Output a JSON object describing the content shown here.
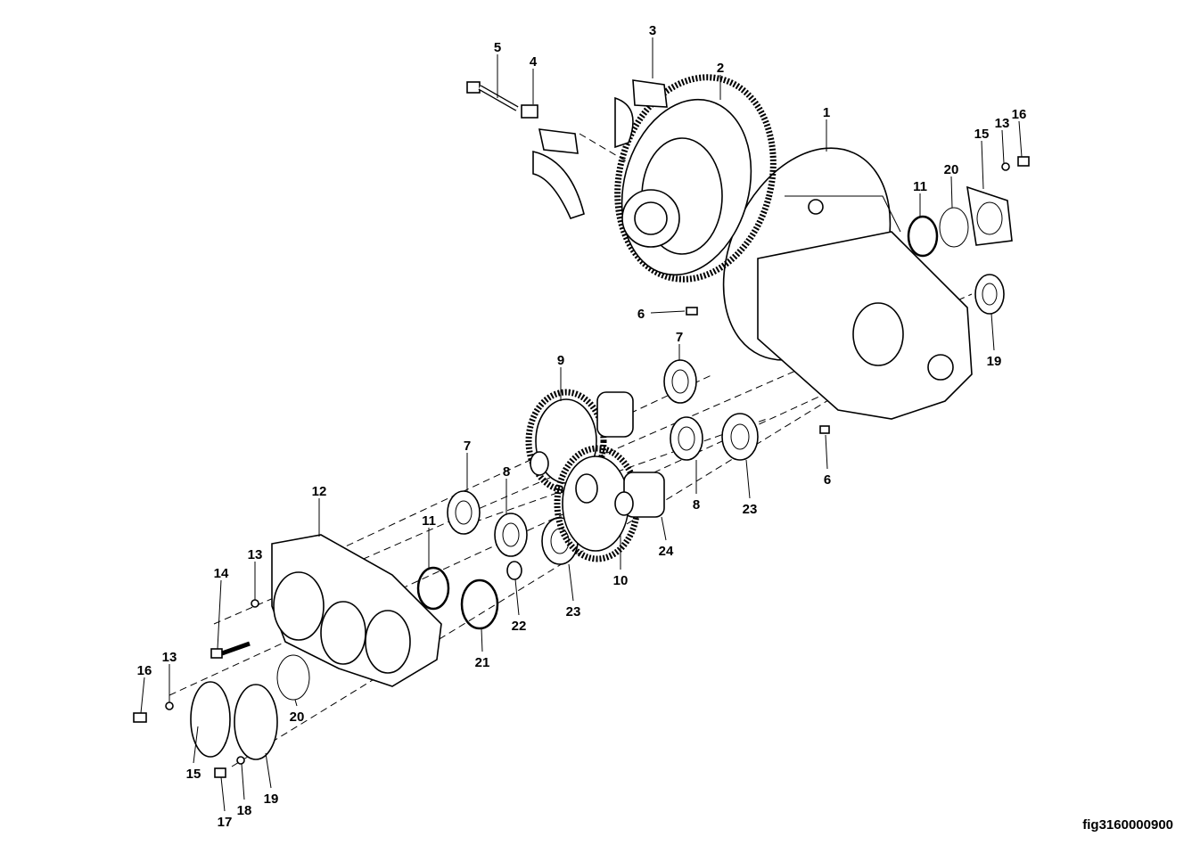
{
  "figure_id": "fig3160000900",
  "callouts": [
    "1",
    "2",
    "3",
    "4",
    "5",
    "6",
    "6",
    "7",
    "7",
    "8",
    "8",
    "9",
    "10",
    "11",
    "11",
    "12",
    "13",
    "13",
    "13",
    "14",
    "15",
    "15",
    "16",
    "16",
    "17",
    "18",
    "19",
    "19",
    "20",
    "20",
    "21",
    "22",
    "23",
    "23",
    "24"
  ]
}
